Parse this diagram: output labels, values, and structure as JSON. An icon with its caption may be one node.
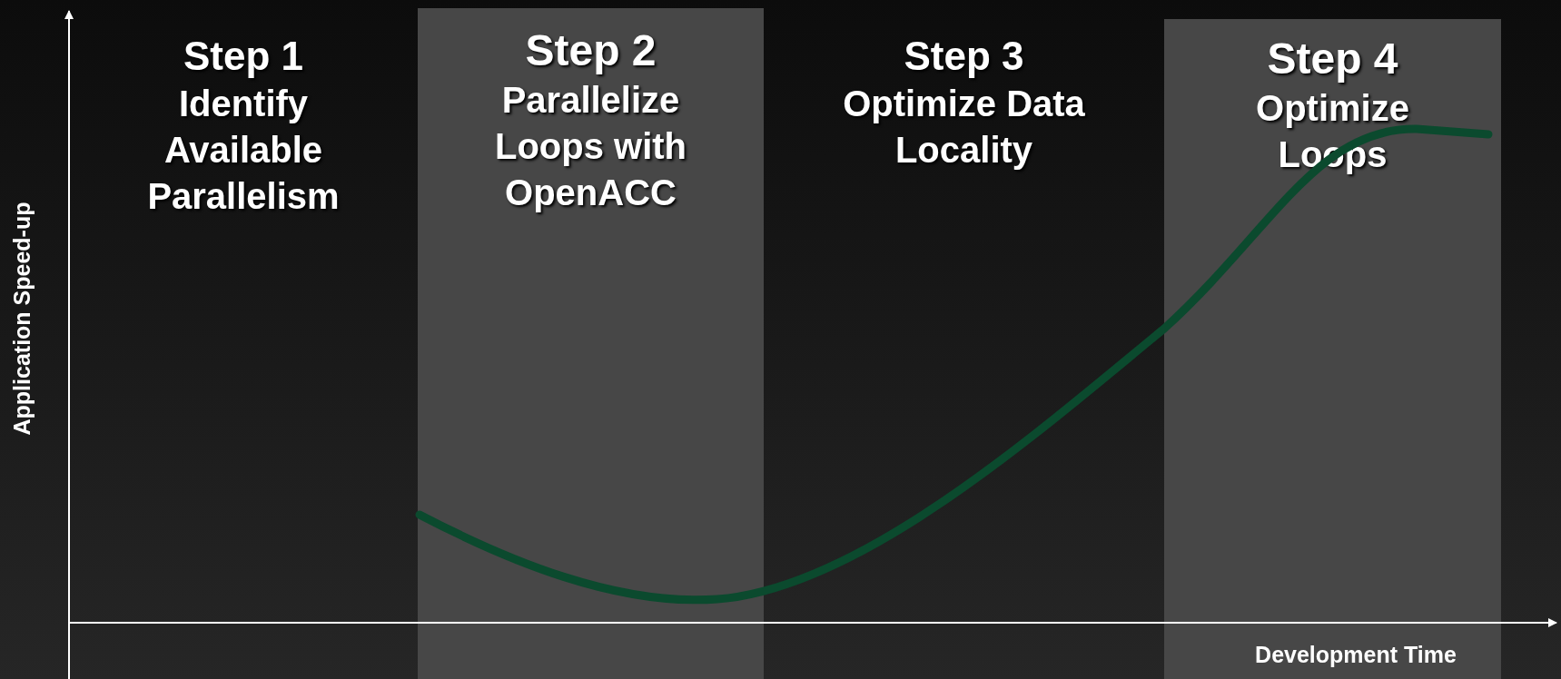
{
  "diagram": {
    "nodes": [
      {
        "text": [
          "Step 1",
          "Identify Available Parallelism"
        ]
      },
      {
        "text": [
          "Step 2",
          "Parallelize Loops with OpenACC"
        ]
      },
      {
        "text": [
          "Step 3",
          "Optimize Data Locality"
        ]
      },
      {
        "text": [
          "Step 4",
          "Optimize Loops"
        ]
      }
    ],
    "labels": [
      "Application Speed-up",
      "Development Time"
    ]
  }
}
